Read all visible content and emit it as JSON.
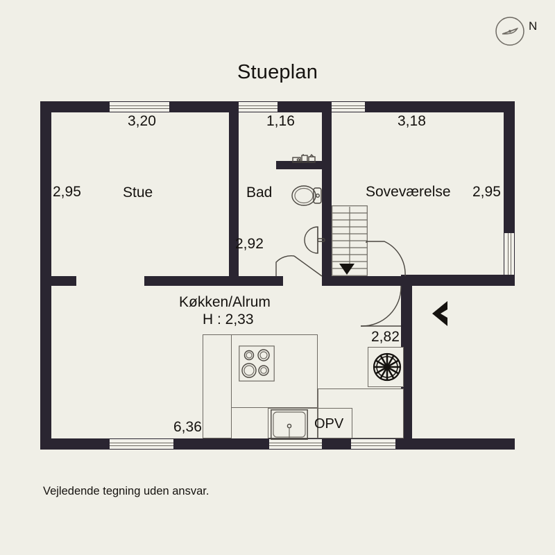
{
  "plan": {
    "title": "Stueplan",
    "footer_note": "Vejledende tegning uden ansvar.",
    "compass_label": "N"
  },
  "rooms": [
    {
      "key": "stue",
      "name": "Stue",
      "width_label": "3,20",
      "height_label": "2,95"
    },
    {
      "key": "bad",
      "name": "Bad",
      "width_label": "1,16",
      "height_label": "2,92"
    },
    {
      "key": "sovevaerelse",
      "name": "Soveværelse",
      "width_label": "3,18",
      "height_label": "2,95"
    },
    {
      "key": "kokken",
      "name": "Køkken/Alrum",
      "height_note": "H : 2,33",
      "width_label": "6,36"
    },
    {
      "key": "entre",
      "name": "",
      "width_label": "2,82"
    }
  ],
  "labels": {
    "stue_name": "Stue",
    "stue_top": "3,20",
    "stue_left": "2,95",
    "bad_name": "Bad",
    "bad_top": "1,16",
    "bad_bottom": "2,92",
    "bed_name": "Soveværelse",
    "bed_top": "3,18",
    "bed_right": "2,95",
    "kitchen_name": "Køkken/Alrum",
    "kitchen_height": "H : 2,33",
    "kitchen_bottom": "6,36",
    "entry_dim": "2,82",
    "dishwasher": "OPV"
  },
  "icons": {
    "compass": "compass-icon",
    "north": "north-label",
    "toilet": "toilet-icon",
    "sink_bath": "bathroom-sink-icon",
    "stairs": "staircase-icon",
    "stairs_arrow": "stairs-down-arrow-icon",
    "entry_arrow": "entry-direction-arrow-icon",
    "cooktop": "cooktop-icon",
    "kitchen_sink": "kitchen-sink-icon",
    "dishwasher": "dishwasher-icon",
    "stove_fan": "wood-stove-icon",
    "appliance_shelf": "appliance-shelf-icon",
    "door_bath": "bathroom-door-swing-icon",
    "door_bed": "bedroom-door-swing-icon",
    "door_entry": "entry-door-swing-icon"
  },
  "colors": {
    "background": "#f0efe7",
    "wall": "#2a2531",
    "text": "#15120f",
    "fixture_stroke": "#4a4640",
    "thin_line": "#6e6a63"
  }
}
